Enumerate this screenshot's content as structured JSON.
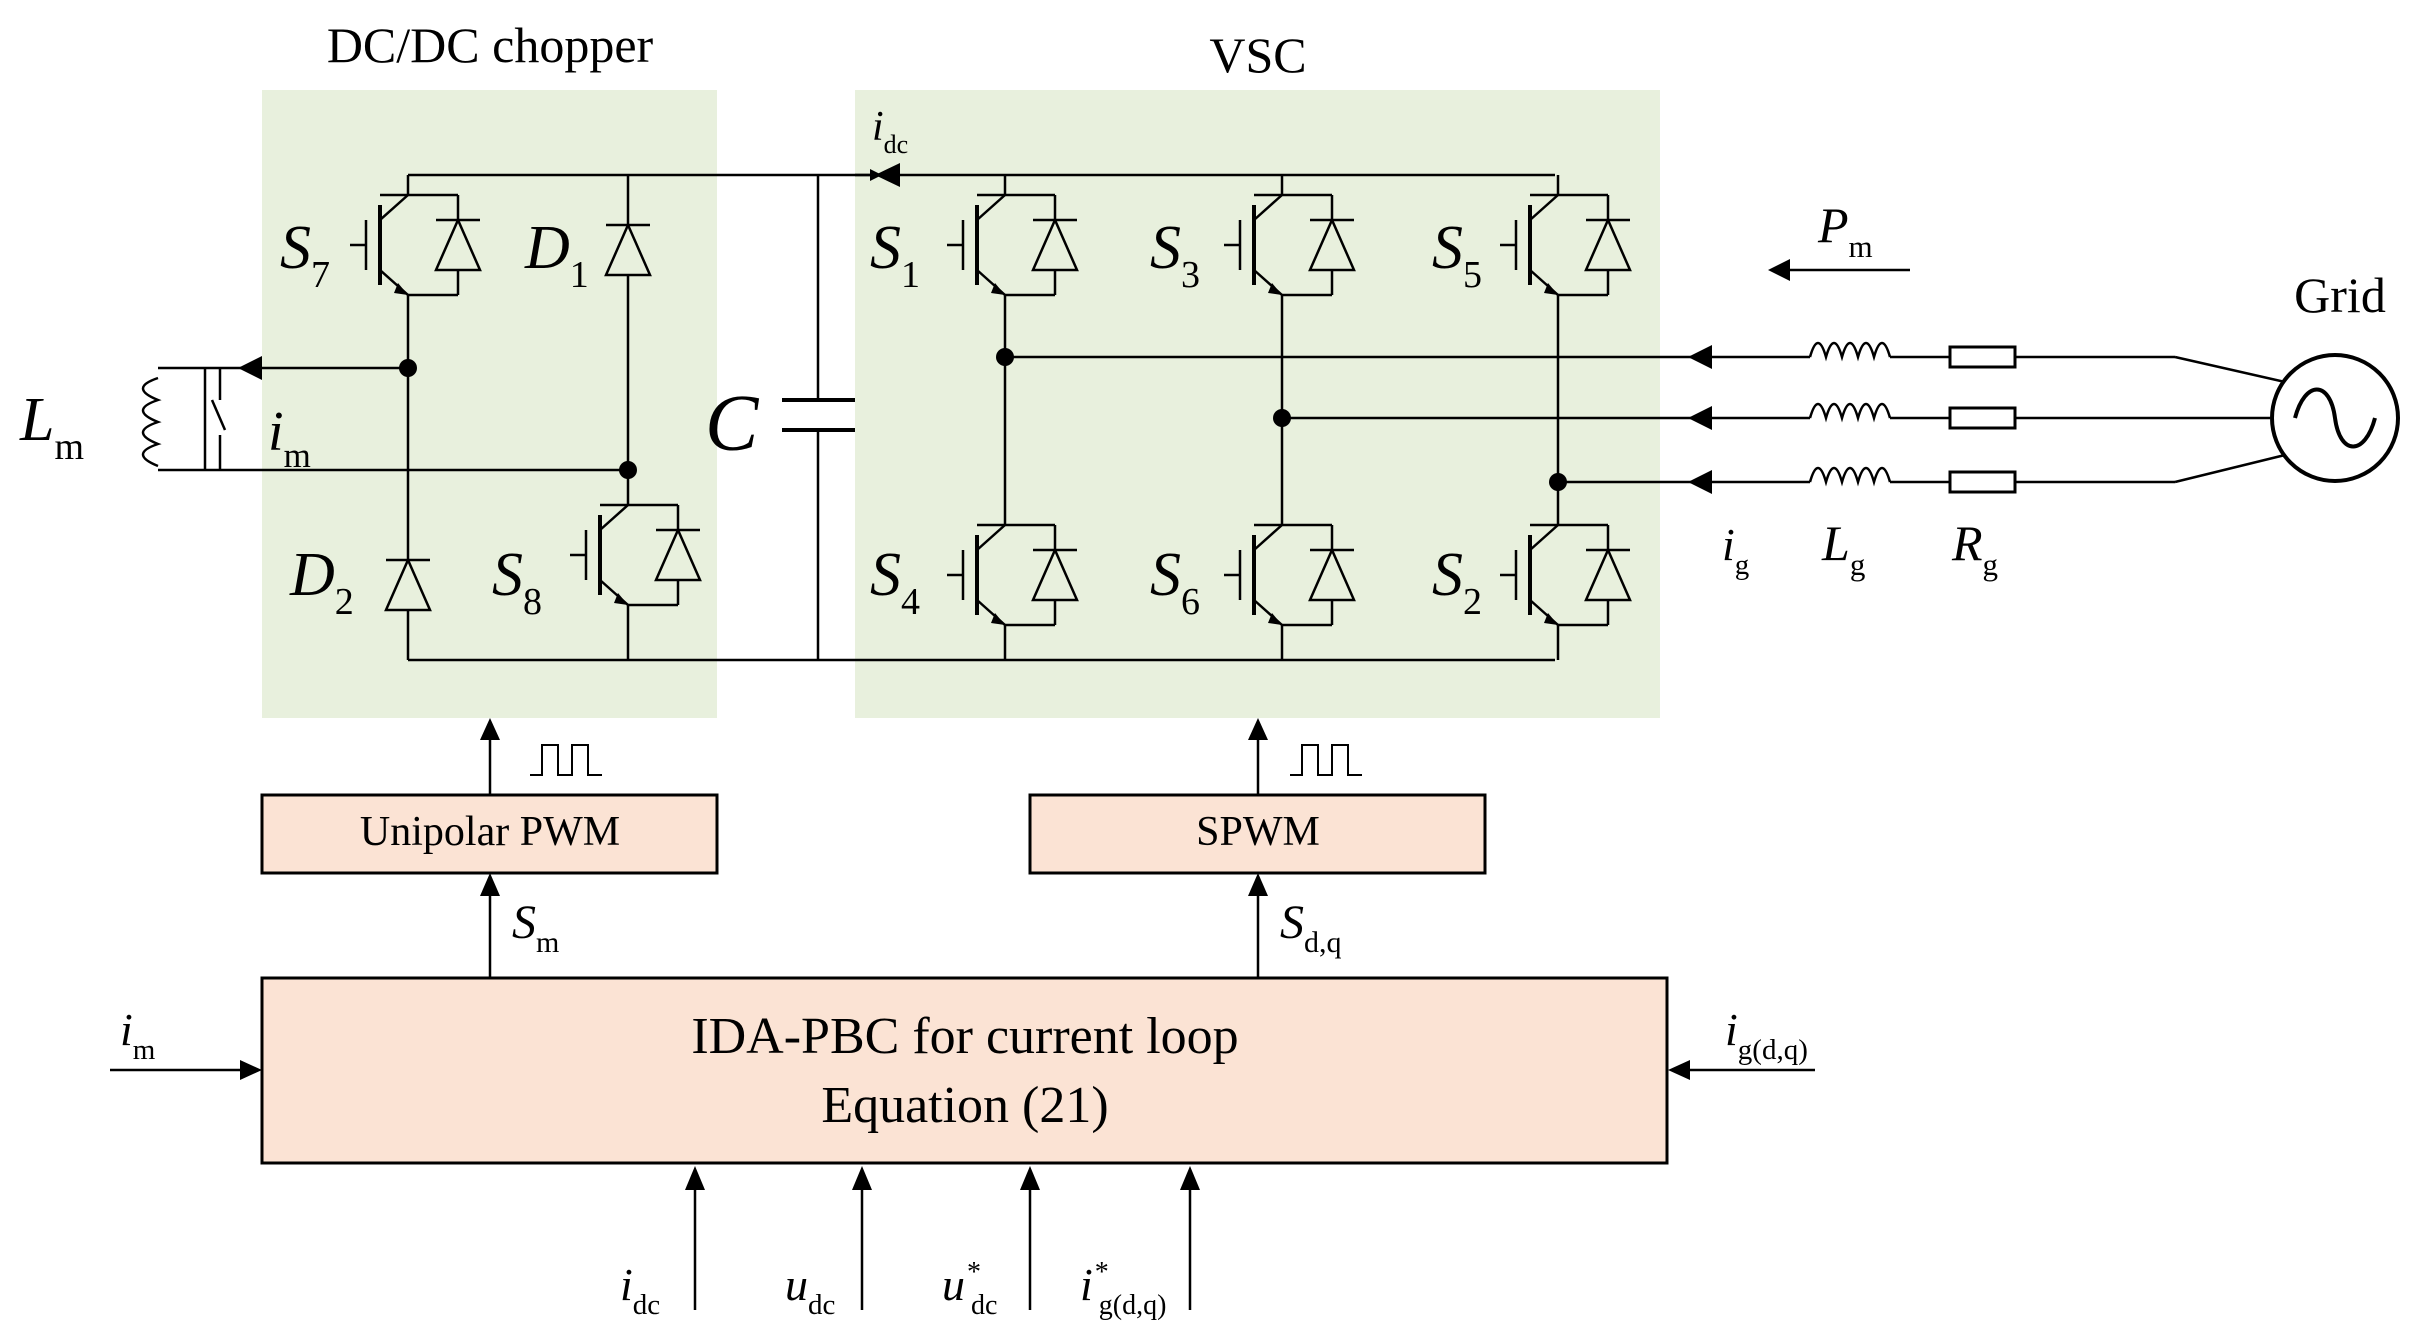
{
  "labels": {
    "chopper_title": "DC/DC chopper",
    "vsc_title": "VSC",
    "grid": "Grid",
    "capacitor": "C"
  },
  "symbols": {
    "S7": {
      "main": "S",
      "sub": "7"
    },
    "D1": {
      "main": "D",
      "sub": "1"
    },
    "D2": {
      "main": "D",
      "sub": "2"
    },
    "S8": {
      "main": "S",
      "sub": "8"
    },
    "S1": {
      "main": "S",
      "sub": "1"
    },
    "S3": {
      "main": "S",
      "sub": "3"
    },
    "S5": {
      "main": "S",
      "sub": "5"
    },
    "S4": {
      "main": "S",
      "sub": "4"
    },
    "S6": {
      "main": "S",
      "sub": "6"
    },
    "S2": {
      "main": "S",
      "sub": "2"
    },
    "Lm": {
      "main": "L",
      "sub": "m"
    },
    "im_coil": {
      "main": "i",
      "sub": "m"
    },
    "idc_top": {
      "main": "i",
      "sub": "dc"
    },
    "Pm": {
      "main": "P",
      "sub": "m"
    },
    "ig": {
      "main": "i",
      "sub": "g"
    },
    "Lg": {
      "main": "L",
      "sub": "g"
    },
    "Rg": {
      "main": "R",
      "sub": "g"
    },
    "Sm": {
      "main": "S",
      "sub": "m"
    },
    "Sdq": {
      "main": "S",
      "sub": "d,q"
    },
    "im_in": {
      "main": "i",
      "sub": "m"
    },
    "igdq_in": {
      "main": "i",
      "sub": "g(d,q)"
    },
    "idc_in": {
      "main": "i",
      "sub": "dc"
    },
    "udc_in": {
      "main": "u",
      "sub": "dc"
    },
    "udc_ref": {
      "main": "u",
      "sub": "dc",
      "sup": "*"
    },
    "igdq_ref": {
      "main": "i",
      "sub": "g(d,q)",
      "sup": "*"
    }
  },
  "blocks": {
    "unipolar_pwm": "Unipolar PWM",
    "spwm": "SPWM",
    "controller_line1": "IDA-PBC for current loop",
    "controller_line2": "Equation (21)"
  },
  "colors": {
    "panel_fill": "#e8f0dd",
    "block_fill": "#fbe3d4",
    "line": "#000000"
  }
}
